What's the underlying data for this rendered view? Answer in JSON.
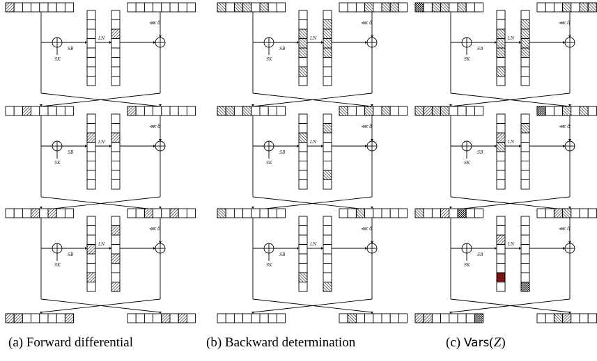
{
  "labels": {
    "sb": "SB",
    "ln": "LN",
    "sk": "SK",
    "rot": "⋘ 8"
  },
  "colors": {
    "line": "#000000",
    "hatch": "#000000",
    "red": "#8b1a1a"
  },
  "captions": [
    {
      "prefix": "(a) ",
      "text": "Forward differential",
      "sf": "",
      "arg": "",
      "suffix": ""
    },
    {
      "prefix": "(b) ",
      "text": "Backward determination",
      "sf": "",
      "arg": "",
      "suffix": ""
    },
    {
      "prefix": "(c) ",
      "text": "",
      "sf": "Vars",
      "arg": "Z",
      "suffix": ")"
    }
  ],
  "panels": [
    {
      "name": "forward-differential",
      "rows": [
        {
          "L": [
            1,
            0,
            0,
            0,
            0,
            0,
            0,
            0
          ],
          "R": [
            0,
            0,
            0,
            0,
            0,
            0,
            0,
            0
          ],
          "c1": [
            0,
            0,
            0,
            0,
            0,
            0,
            0,
            0
          ],
          "c2": [
            0,
            0,
            1,
            0,
            0,
            0,
            0,
            0
          ]
        },
        {
          "L": [
            0,
            0,
            1,
            0,
            0,
            0,
            0,
            0
          ],
          "R": [
            1,
            0,
            0,
            0,
            0,
            0,
            0,
            0
          ],
          "c1": [
            0,
            0,
            1,
            0,
            0,
            0,
            0,
            0
          ],
          "c2": [
            0,
            0,
            1,
            0,
            0,
            0,
            0,
            0
          ]
        },
        {
          "L": [
            0,
            0,
            0,
            1,
            0,
            1,
            0,
            0
          ],
          "R": [
            0,
            0,
            1,
            0,
            0,
            1,
            0,
            0
          ],
          "c1": [
            0,
            0,
            0,
            1,
            0,
            0,
            1,
            0
          ],
          "c2": [
            0,
            1,
            0,
            0,
            1,
            0,
            0,
            1
          ]
        },
        {
          "L": [
            1,
            1,
            0,
            0,
            0,
            0,
            0,
            1
          ],
          "R": [
            0,
            0,
            0,
            0,
            1,
            0,
            1,
            0
          ]
        }
      ]
    },
    {
      "name": "backward-determination",
      "rows": [
        {
          "L": [
            2,
            0,
            2,
            2,
            0,
            2,
            0,
            0
          ],
          "R": [
            0,
            0,
            0,
            2,
            0,
            2,
            2,
            0
          ],
          "c1": [
            0,
            0,
            2,
            2,
            2,
            0,
            2,
            0
          ],
          "c2": [
            0,
            2,
            2,
            2,
            2,
            0,
            0,
            0
          ]
        },
        {
          "L": [
            2,
            2,
            0,
            2,
            0,
            0,
            0,
            0
          ],
          "R": [
            2,
            0,
            0,
            2,
            0,
            2,
            0,
            0
          ],
          "c1": [
            0,
            0,
            2,
            0,
            0,
            0,
            0,
            0
          ],
          "c2": [
            0,
            2,
            0,
            0,
            0,
            0,
            2,
            0
          ]
        },
        {
          "L": [
            2,
            0,
            0,
            0,
            0,
            0,
            0,
            0
          ],
          "R": [
            0,
            0,
            2,
            0,
            0,
            0,
            0,
            0
          ],
          "c1": [
            0,
            0,
            0,
            0,
            0,
            0,
            2,
            0
          ],
          "c2": [
            0,
            0,
            0,
            0,
            0,
            0,
            0,
            2
          ]
        },
        {
          "L": [
            0,
            0,
            0,
            0,
            0,
            0,
            0,
            0
          ],
          "R": [
            0,
            2,
            0,
            0,
            0,
            0,
            0,
            0
          ]
        }
      ]
    },
    {
      "name": "vars-z",
      "rows": [
        {
          "L": [
            3,
            0,
            2,
            2,
            0,
            2,
            0,
            0
          ],
          "R": [
            0,
            0,
            0,
            2,
            0,
            2,
            2,
            0
          ],
          "c1": [
            0,
            0,
            2,
            2,
            2,
            0,
            2,
            0
          ],
          "c2": [
            0,
            2,
            2,
            2,
            2,
            0,
            0,
            0
          ]
        },
        {
          "L": [
            2,
            1,
            2,
            2,
            0,
            0,
            0,
            0
          ],
          "R": [
            3,
            0,
            0,
            2,
            0,
            2,
            0,
            0
          ],
          "c1": [
            0,
            0,
            1,
            2,
            0,
            0,
            0,
            0
          ],
          "c2": [
            0,
            2,
            0,
            0,
            0,
            0,
            0,
            0
          ]
        },
        {
          "L": [
            2,
            0,
            0,
            1,
            0,
            3,
            0,
            0
          ],
          "R": [
            0,
            0,
            1,
            2,
            0,
            0,
            0,
            0
          ],
          "c1": [
            0,
            0,
            1,
            0,
            0,
            0,
            4,
            0
          ],
          "c2": [
            0,
            0,
            0,
            0,
            0,
            0,
            0,
            3
          ]
        },
        {
          "L": [
            1,
            1,
            0,
            0,
            0,
            0,
            0,
            3
          ],
          "R": [
            0,
            0,
            2,
            1,
            0,
            0,
            0,
            0
          ]
        }
      ]
    }
  ]
}
